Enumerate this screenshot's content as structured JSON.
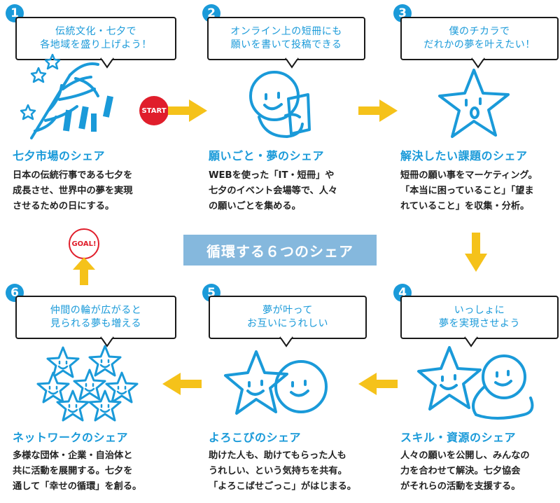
{
  "center_label": "循環する６つのシェア",
  "start_label": "START",
  "goal_label": "GOAL!",
  "colors": {
    "blue": "#1a9ad9",
    "yellow": "#f5c21a",
    "banner": "#85b8dd",
    "start_red": "#e01e2b"
  },
  "steps": [
    {
      "number": "1",
      "bubble": [
        "伝統文化・七夕で",
        "各地域を盛り上げよう！"
      ],
      "heading": "七夕市場のシェア",
      "body": [
        "日本の伝統行事である七夕を",
        "成長させ、世界中の夢を実現",
        "させるための日にする。"
      ],
      "icon": "bamboo-tanabata-icon"
    },
    {
      "number": "2",
      "bubble": [
        "オンライン上の短冊にも",
        "願いを書いて投稿できる"
      ],
      "heading": "願いごと・夢のシェア",
      "body": [
        "WEBを使った「IT・短冊」や",
        "七夕のイベント会場等で、人々",
        "の願いごとを集める。"
      ],
      "icon": "person-writing-icon"
    },
    {
      "number": "3",
      "bubble": [
        "僕のチカラで",
        "だれかの夢を叶えたい！"
      ],
      "heading": "解決したい課題のシェア",
      "body": [
        "短冊の願い事をマーケティング。",
        "「本当に困っていること」「望ま",
        "れていること」を収集・分析。"
      ],
      "icon": "star-character-icon"
    },
    {
      "number": "4",
      "bubble": [
        "いっしょに",
        "夢を実現させよう"
      ],
      "heading": "スキル・資源のシェア",
      "body": [
        "人々の願いを公開し、みんなの",
        "力を合わせて解決。七夕協会",
        "がそれらの活動を支援する。"
      ],
      "icon": "star-and-person-icon"
    },
    {
      "number": "5",
      "bubble": [
        "夢が叶って",
        "お互いにうれしい"
      ],
      "heading": "よろこびのシェア",
      "body": [
        "助けた人も、助けてもらった人も",
        "うれしい、という気持ちを共有。",
        "「よろこばせごっこ」がはじまる。"
      ],
      "icon": "star-hugging-person-icon"
    },
    {
      "number": "6",
      "bubble": [
        "仲間の輪が広がると",
        "見られる夢も増える"
      ],
      "heading": "ネットワークのシェア",
      "body": [
        "多様な団体・企業・自治体と",
        "共に活動を展開する。七夕を",
        "通して「幸せの循環」を創る。"
      ],
      "icon": "many-stars-icon"
    }
  ]
}
